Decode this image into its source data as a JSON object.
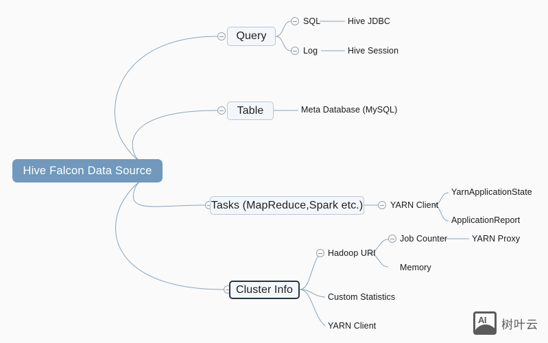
{
  "background_color": "#fafafa",
  "root": {
    "label": "Hive Falcon Data Source",
    "fill_color": "#7099bd",
    "text_color": "#ffffff"
  },
  "edge_color": "#8ca3b8",
  "branches": [
    {
      "label": "Query",
      "toggle_icon": "collapse-minus-icon",
      "children": [
        {
          "label": "SQL",
          "toggle_icon": "collapse-minus-icon",
          "children": [
            {
              "label": "Hive JDBC"
            }
          ]
        },
        {
          "label": "Log",
          "toggle_icon": "collapse-minus-icon",
          "children": [
            {
              "label": "Hive Session"
            }
          ]
        }
      ]
    },
    {
      "label": "Table",
      "toggle_icon": "collapse-minus-icon",
      "children": [
        {
          "label": "Meta Database (MySQL)"
        }
      ]
    },
    {
      "label": "Tasks (MapReduce,Spark etc.)",
      "toggle_icon": "collapse-minus-icon",
      "children": [
        {
          "label": "YARN Client",
          "toggle_icon": "collapse-minus-icon",
          "children": [
            {
              "label": "YarnApplicationState"
            },
            {
              "label": "ApplicationReport"
            }
          ]
        }
      ]
    },
    {
      "label": "Cluster Info",
      "selected": true,
      "toggle_icon": "collapse-minus-icon",
      "children": [
        {
          "label": "Hadoop URI",
          "toggle_icon": "collapse-minus-icon",
          "children": [
            {
              "label": "Job Counter",
              "toggle_icon": "collapse-minus-icon",
              "children": [
                {
                  "label": "YARN Proxy"
                }
              ]
            },
            {
              "label": "Memory"
            }
          ]
        },
        {
          "label": "Custom Statistics"
        },
        {
          "label": "YARN Client"
        }
      ]
    }
  ],
  "watermark": {
    "icon": "ai-image-placeholder-icon",
    "badge_text": "AI",
    "text": "树叶云"
  }
}
